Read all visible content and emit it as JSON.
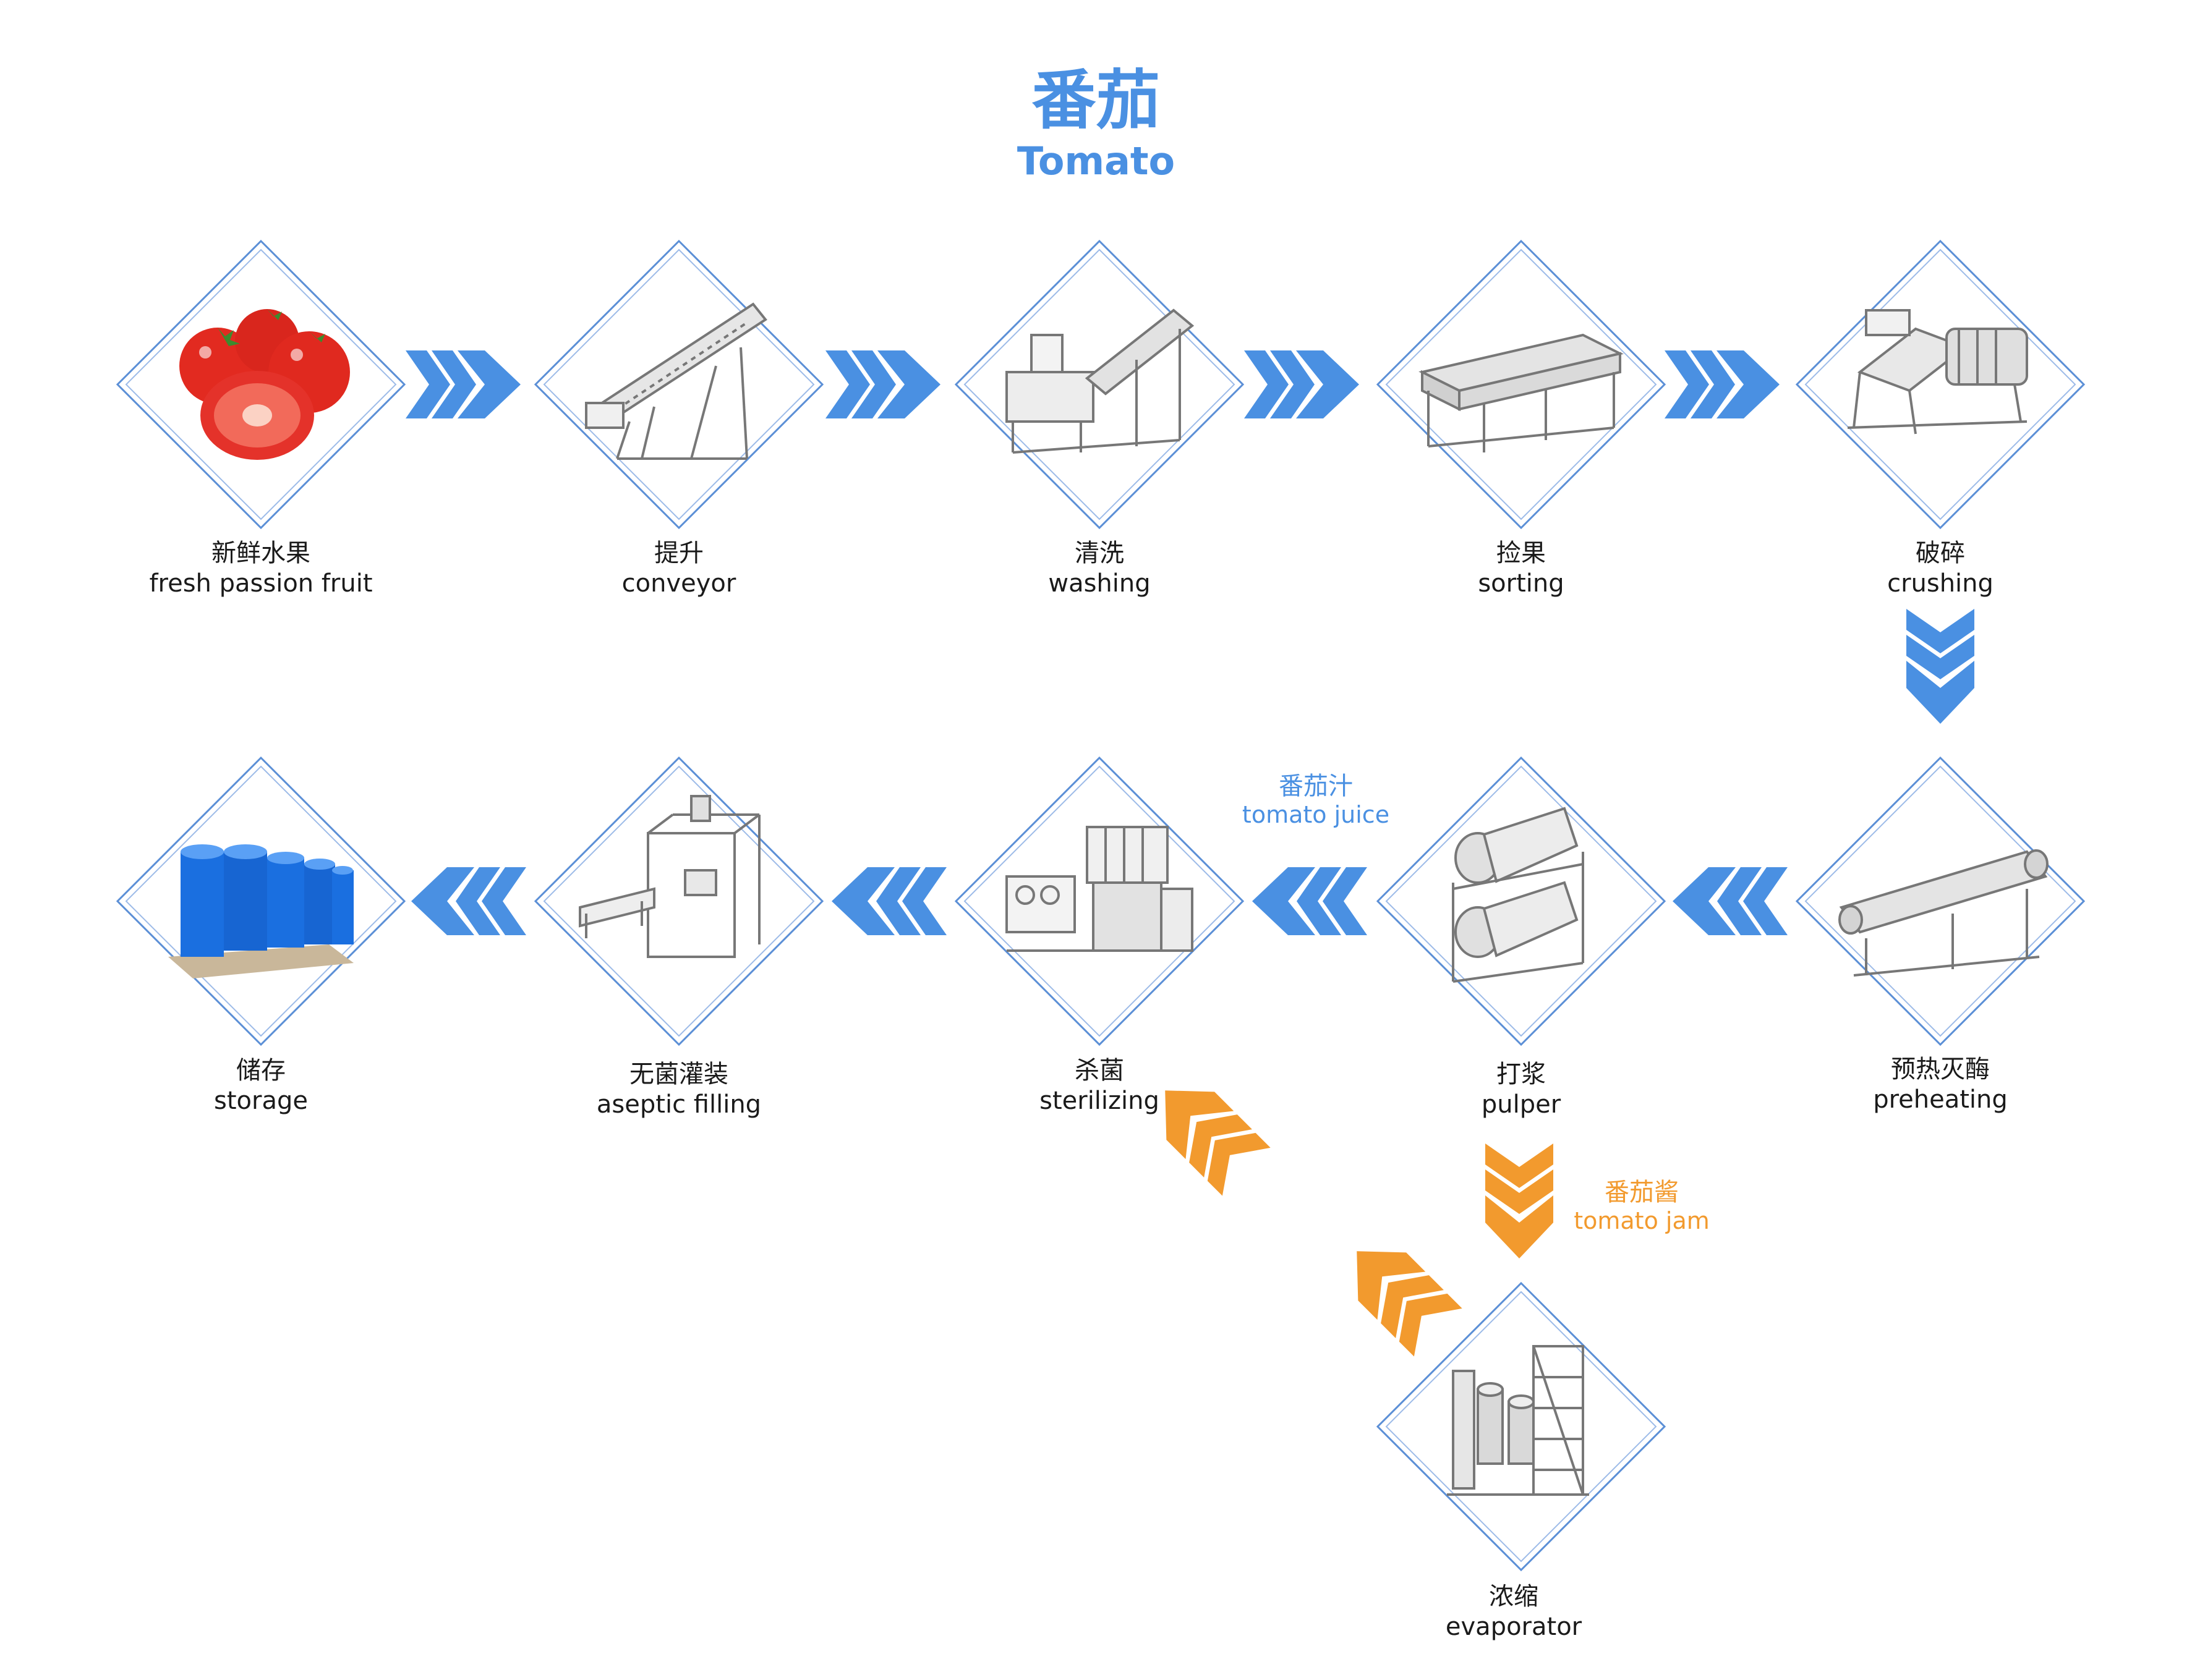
{
  "title": {
    "zh": "番茄",
    "en": "Tomato"
  },
  "colors": {
    "accent": "#4a90e2",
    "arrow_blue": "#4a90e2",
    "arrow_orange": "#f29a2e",
    "frame": "#5b8fd6"
  },
  "steps": [
    {
      "zh": "新鲜水果",
      "en": "fresh passion fruit",
      "icon": "tomato-icon"
    },
    {
      "zh": "提升",
      "en": "conveyor",
      "icon": "conveyor-icon"
    },
    {
      "zh": "清洗",
      "en": "washing",
      "icon": "washer-icon"
    },
    {
      "zh": "捡果",
      "en": "sorting",
      "icon": "sorting-table-icon"
    },
    {
      "zh": "破碎",
      "en": "crushing",
      "icon": "crusher-icon"
    },
    {
      "zh": "预热灭酶",
      "en": "preheating",
      "icon": "preheater-icon"
    },
    {
      "zh": "打浆",
      "en": "pulper",
      "icon": "pulper-icon"
    },
    {
      "zh": "杀菌",
      "en": "sterilizing",
      "icon": "sterilizer-icon"
    },
    {
      "zh": "无菌灌装",
      "en": "aseptic filling",
      "icon": "filler-icon"
    },
    {
      "zh": "储存",
      "en": "storage",
      "icon": "drums-icon"
    },
    {
      "zh": "浓缩",
      "en": "evaporator",
      "icon": "evaporator-icon"
    }
  ],
  "branches": {
    "juice": {
      "zh": "番茄汁",
      "en": "tomato juice"
    },
    "jam": {
      "zh": "番茄酱",
      "en": "tomato jam"
    }
  }
}
